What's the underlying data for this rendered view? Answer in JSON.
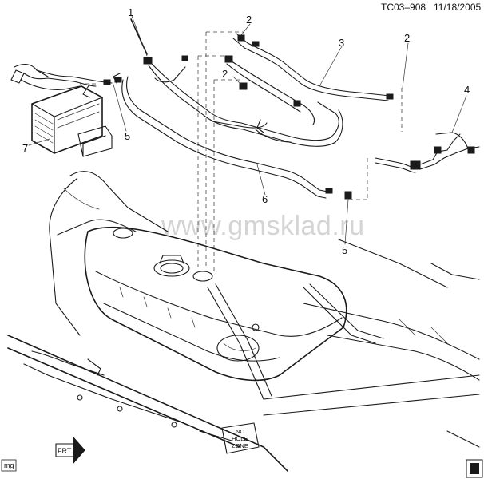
{
  "header": {
    "code": "TC03–908",
    "date": "11/18/2005"
  },
  "watermark": "www.gmsklad.ru",
  "callouts": [
    {
      "id": "1",
      "label": "1"
    },
    {
      "id": "2a",
      "label": "2"
    },
    {
      "id": "2b",
      "label": "2"
    },
    {
      "id": "2c",
      "label": "2"
    },
    {
      "id": "3",
      "label": "3"
    },
    {
      "id": "4",
      "label": "4"
    },
    {
      "id": "5a",
      "label": "5"
    },
    {
      "id": "5b",
      "label": "5"
    },
    {
      "id": "6",
      "label": "6"
    },
    {
      "id": "7",
      "label": "7"
    }
  ],
  "sign": {
    "line1": "NO",
    "line2": "HOLE",
    "line3": "ZONE"
  },
  "front_arrow": {
    "label": "FRT",
    "icon": "front-arrow-icon"
  },
  "corner_tag": "mg"
}
